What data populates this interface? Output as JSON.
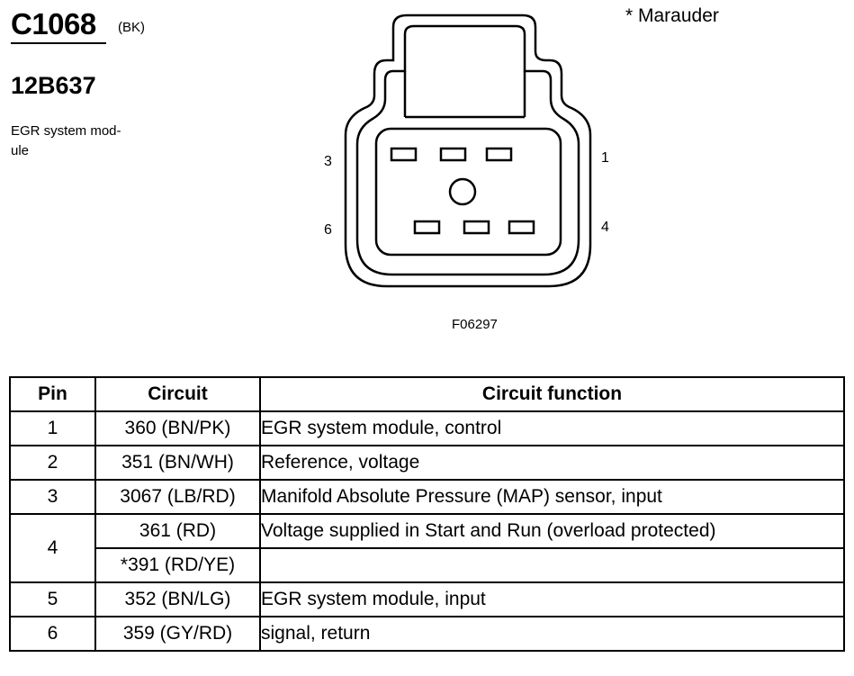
{
  "header": {
    "connector_id": "C1068",
    "color_code": "(BK)",
    "part_number": "12B637",
    "description": "EGR system mod-\nule"
  },
  "footnote": "* Marauder",
  "diagram": {
    "figure_code": "F06297",
    "pin_labels": {
      "p3": "3",
      "p1": "1",
      "p6": "6",
      "p4": "4"
    }
  },
  "table": {
    "headers": {
      "pin": "Pin",
      "circuit": "Circuit",
      "function": "Circuit function"
    },
    "rows": [
      {
        "pin": "1",
        "circuit": "360 (BN/PK)",
        "function": "EGR system module, control"
      },
      {
        "pin": "2",
        "circuit": "351 (BN/WH)",
        "function": "Reference, voltage"
      },
      {
        "pin": "3",
        "circuit": "3067 (LB/RD)",
        "function": "Manifold Absolute Pressure (MAP) sensor, input"
      },
      {
        "pin": "4",
        "circuit": "361 (RD)",
        "function": "Voltage supplied in Start and Run (overload protected)"
      },
      {
        "pin": "",
        "circuit": "*391 (RD/YE)",
        "function": ""
      },
      {
        "pin": "5",
        "circuit": "352 (BN/LG)",
        "function": "EGR system module, input"
      },
      {
        "pin": "6",
        "circuit": "359 (GY/RD)",
        "function": "signal, return"
      }
    ]
  }
}
